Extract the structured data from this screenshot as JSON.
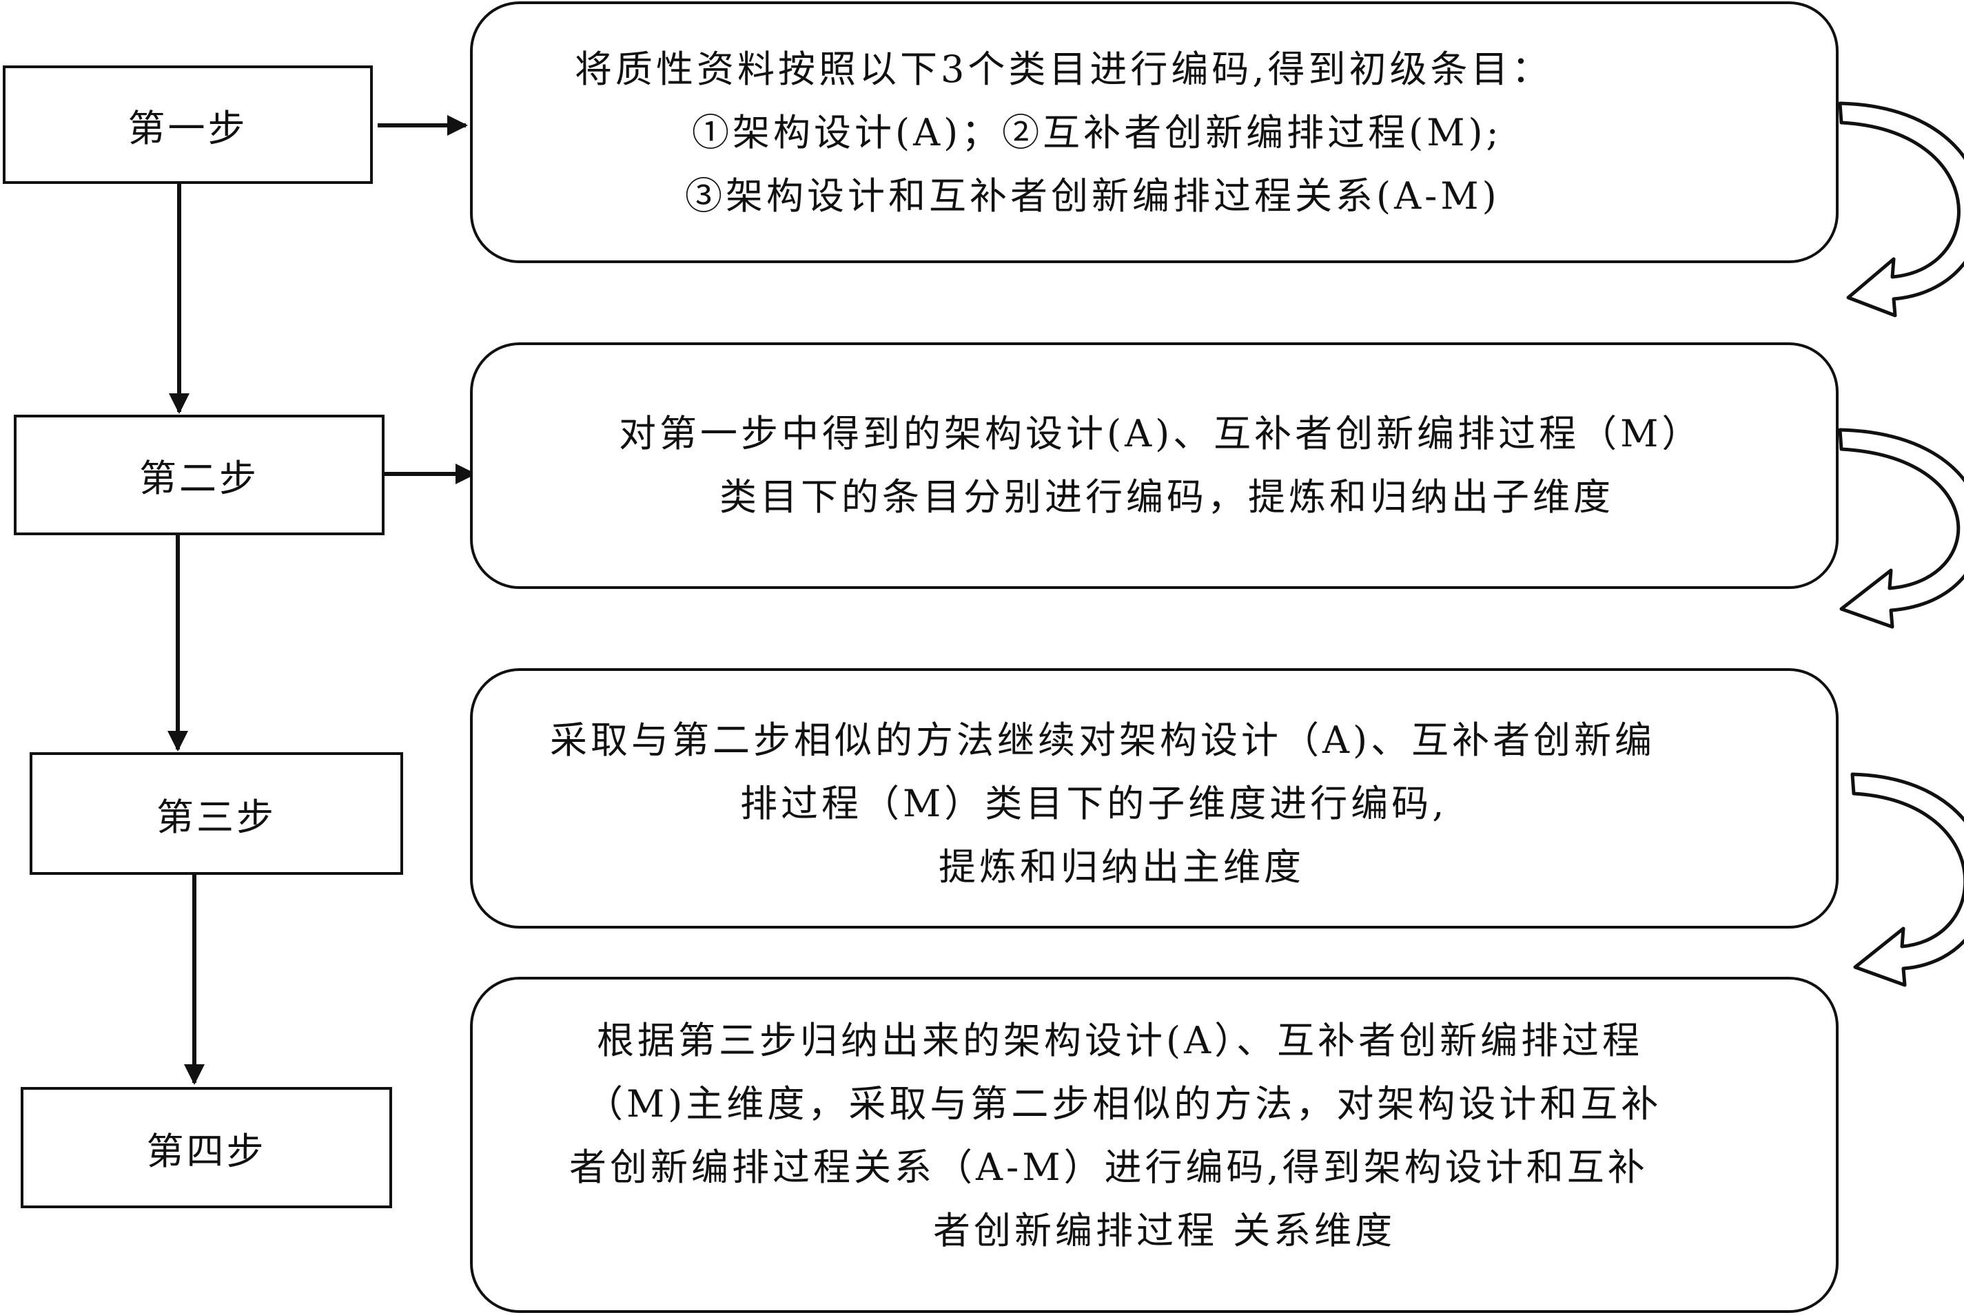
{
  "steps": [
    {
      "label": "第一步",
      "lines": [
        "将质性资料按照以下3个类目进行编码,得到初级条目：",
        "①架构设计(A)；②互补者创新编排过程(M);",
        "③架构设计和互补者创新编排过程关系(A-M)"
      ]
    },
    {
      "label": "第二步",
      "lines": [
        "对第一步中得到的架构设计(A)、互补者创新编排过程（M）",
        "类目下的条目分别进行编码，提炼和归纳出子维度"
      ]
    },
    {
      "label": "第三步",
      "lines": [
        "采取与第二步相似的方法继续对架构设计（A)、互补者创新编",
        "排过程（M）类目下的子维度进行编码,",
        "提炼和归纳出主维度"
      ]
    },
    {
      "label": "第四步",
      "lines": [
        "根据第三步归纳出来的架构设计(A）、互补者创新编排过程",
        "（M)主维度，采取与第二步相似的方法，对架构设计和互补",
        "者创新编排过程关系（A-M）进行编码,得到架构设计和互补",
        "者创新编排过程 关系维度"
      ]
    }
  ]
}
